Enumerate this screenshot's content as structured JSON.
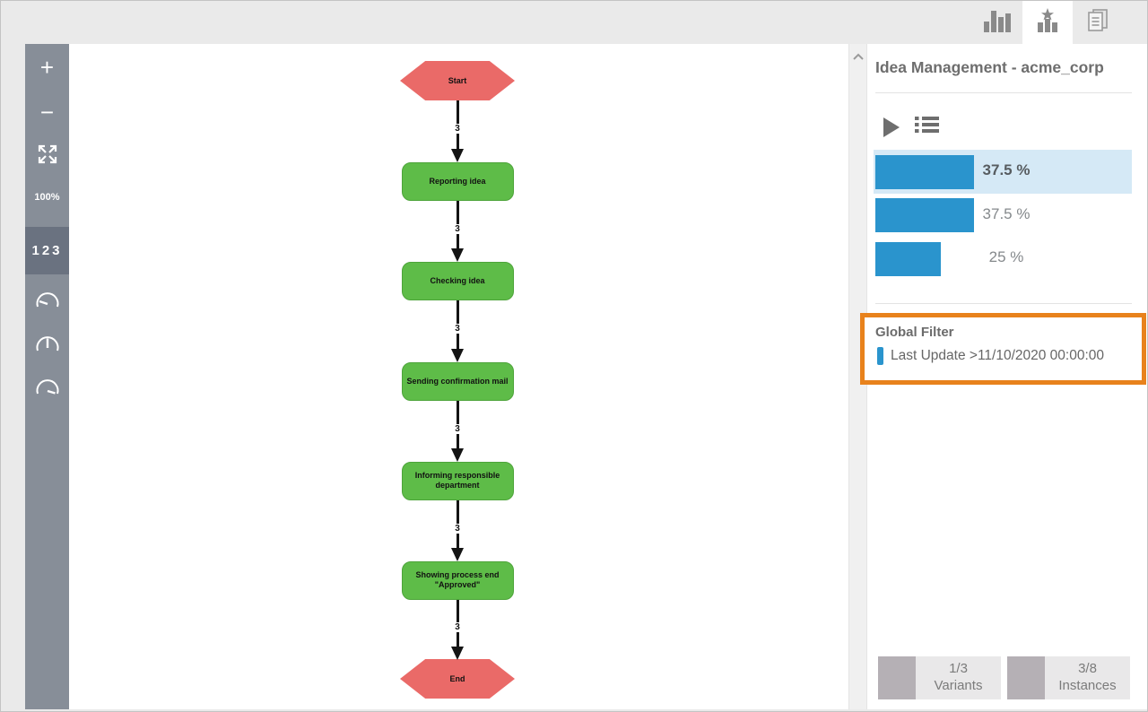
{
  "header": {
    "tabs": [
      {
        "id": "charts",
        "icon": "bar-chart-icon",
        "active": false
      },
      {
        "id": "process-explorer",
        "icon": "star-bars-icon",
        "active": true
      },
      {
        "id": "documents",
        "icon": "documents-icon",
        "active": false
      }
    ]
  },
  "toolbar": {
    "zoom_in_label": "+",
    "zoom_out_label": "−",
    "zoom_level": "100%",
    "frequency_button_label": "123",
    "gauge_buttons": [
      "gauge-low-icon",
      "gauge-mid-icon",
      "gauge-high-icon"
    ]
  },
  "flowchart": {
    "nodes": [
      {
        "type": "hexagon",
        "label": "Start"
      },
      {
        "type": "task",
        "label": "Reporting idea"
      },
      {
        "type": "task",
        "label": "Checking idea"
      },
      {
        "type": "task",
        "label": "Sending confirmation mail"
      },
      {
        "type": "task",
        "label": "Informing responsible department"
      },
      {
        "type": "task",
        "label": "Showing process end \"Approved\""
      },
      {
        "type": "hexagon",
        "label": "End"
      }
    ],
    "edges": [
      {
        "label": "3"
      },
      {
        "label": "3"
      },
      {
        "label": "3"
      },
      {
        "label": "3"
      },
      {
        "label": "3"
      },
      {
        "label": "3"
      }
    ]
  },
  "sidebar": {
    "title": "Idea Management - acme_corp",
    "variant_bars": [
      {
        "percent": 37.5,
        "label": "37.5 %",
        "highlighted": true
      },
      {
        "percent": 37.5,
        "label": "37.5 %",
        "highlighted": false
      },
      {
        "percent": 25,
        "label": "25 %",
        "highlighted": false
      }
    ],
    "global_filter": {
      "heading": "Global Filter",
      "entry": "Last Update >11/10/2020 00:00:00"
    },
    "footer_badges": [
      {
        "value": "1/3",
        "label": "Variants"
      },
      {
        "value": "3/8",
        "label": "Instances"
      }
    ]
  },
  "colors": {
    "accent_blue": "#2a94cd",
    "highlight_blue": "#d5e9f6",
    "task_green": "#5ebc48",
    "endpoint_red": "#ea6a68",
    "filter_orange": "#e8821c",
    "toolbar_gray": "#878e98"
  }
}
